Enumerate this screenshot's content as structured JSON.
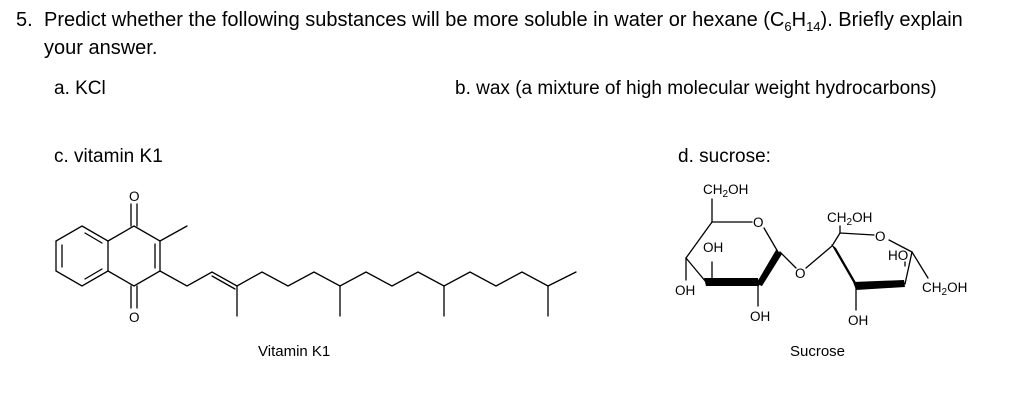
{
  "question": {
    "number": "5.",
    "line1": "Predict whether the following substances will be more soluble in water or hexane (C",
    "sub1": "6",
    "mid": "H",
    "sub2": "14",
    "line1_end": "). Briefly explain",
    "line2": "your answer."
  },
  "parts": {
    "a": "a.  KCl",
    "b": "b.  wax (a mixture of high molecular weight hydrocarbons)",
    "c": "c.  vitamin K1",
    "d": "d.  sucrose:"
  },
  "vitamin_k1": {
    "caption": "Vitamin K1",
    "atom_o": "O"
  },
  "sucrose": {
    "caption": "Sucrose",
    "ch2oh": "CH",
    "two": "2",
    "oh_suffix": "OH",
    "ring_o": "O",
    "bridge_o": "O",
    "oh": "OH",
    "ho": "HO"
  }
}
